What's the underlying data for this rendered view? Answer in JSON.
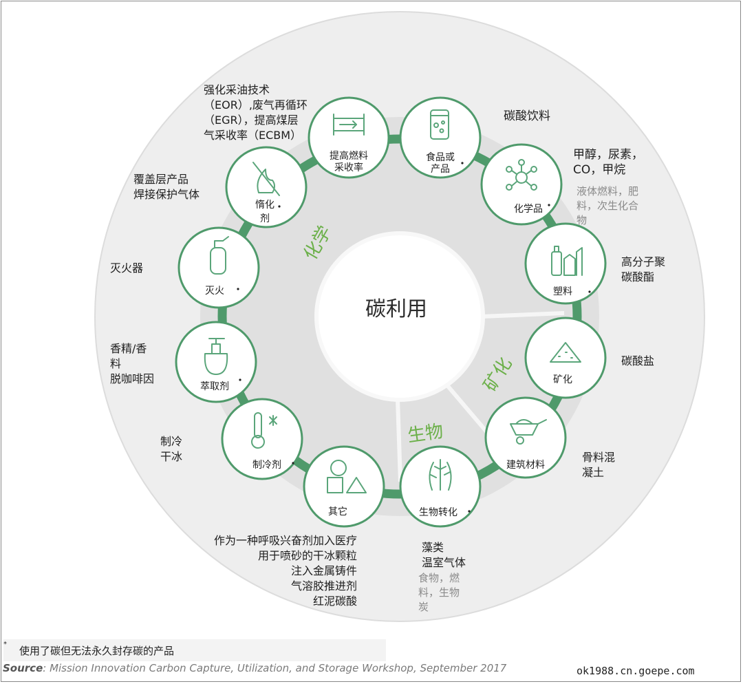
{
  "center_label": "碳利用",
  "sectors": {
    "chemical": "化学",
    "mineral": "矿化",
    "biological": "生物"
  },
  "nodes": {
    "eor": "提高燃料\n采收率",
    "food": "食品或\n产品",
    "chem": "化学品",
    "plastic": "塑料",
    "mineral": "矿化",
    "building": "建筑材料",
    "bio": "生物转化",
    "other": "其它",
    "refrig": "制冷剂",
    "extract": "萃取剂",
    "fire": "灭火",
    "inert": "惰化\n剂"
  },
  "outer_labels": {
    "eor": "强化采油技术\n（EOR）,废气再循环\n（EGR），提高煤层\n气采收率（ECBM）",
    "food": "碳酸饮料",
    "chem": "甲醇，尿素，\nCO，甲烷",
    "chem_gray": "液体燃料，肥\n料，次生化合\n物",
    "plastic": "高分子聚\n碳酸酯",
    "mineral": "碳酸盐",
    "building": "骨料混\n凝土",
    "bio": "藻类\n温室气体",
    "bio_gray": "食物，燃\n料，生物\n炭",
    "other": "作为一种呼吸兴奋剂加入医疗\n用于喷砂的干冰颗粒\n注入金属铸件\n气溶胶推进剂\n红泥碳酸",
    "refrig": "制冷\n干冰",
    "extract": "香精/香\n料\n脱咖啡因",
    "fire": "灭火器",
    "inert": "覆盖层产品\n焊接保护气体"
  },
  "footnote": {
    "marker": "*",
    "text": "使用了碳但无法永久封存碳的产品"
  },
  "source": {
    "label": "Source",
    "text": ": Mission Innovation Carbon Capture, Utilization, and Storage Workshop, September 2017"
  },
  "watermark": "ok1988.cn.goepe.com",
  "colors": {
    "ring": "#4f9a6b",
    "outer_disc": "#ededed",
    "inner_disc": "#e2e2e2",
    "accent_green": "#6cb04a"
  }
}
